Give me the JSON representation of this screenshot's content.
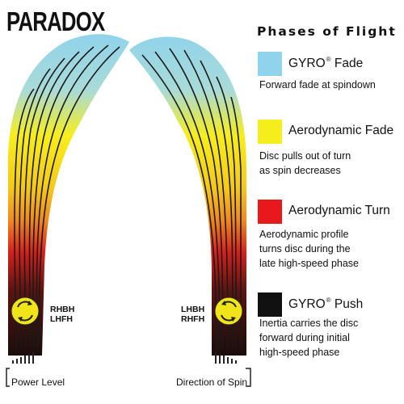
{
  "title": "PARADOX",
  "legend": {
    "heading": "Phases of Flight",
    "items": [
      {
        "name": "GYRO",
        "trademark": "®",
        "suffix": " Fade",
        "description": [
          "Forward fade at spindown"
        ],
        "color": "#8fd3ec"
      },
      {
        "name": "Aerodynamic Fade",
        "trademark": "",
        "suffix": "",
        "description": [
          "Disc pulls out of turn",
          "as spin decreases"
        ],
        "color": "#f6ee1c"
      },
      {
        "name": "Aerodynamic Turn",
        "trademark": "",
        "suffix": "",
        "description": [
          "Aerodynamic profile",
          "turns disc during the",
          "late high-speed phase"
        ],
        "color": "#e8191c"
      },
      {
        "name": "GYRO",
        "trademark": "®",
        "suffix": " Push",
        "description": [
          "Inertia carries the disc",
          "forward during initial",
          "high-speed phase"
        ],
        "color": "#111111"
      }
    ]
  },
  "throws": {
    "left": [
      "RHBH",
      "LHFH"
    ],
    "right": [
      "LHBH",
      "RHFH"
    ]
  },
  "footer": {
    "power_level": "Power Level",
    "direction_of_spin": "Direction of Spin"
  },
  "colors": {
    "sky_blue": "#8fd3ec",
    "yellow": "#f6ee1c",
    "orange": "#f08a1e",
    "red": "#d8201d",
    "dark": "#1a0d0b",
    "disc_yellow": "#f1e51a"
  }
}
